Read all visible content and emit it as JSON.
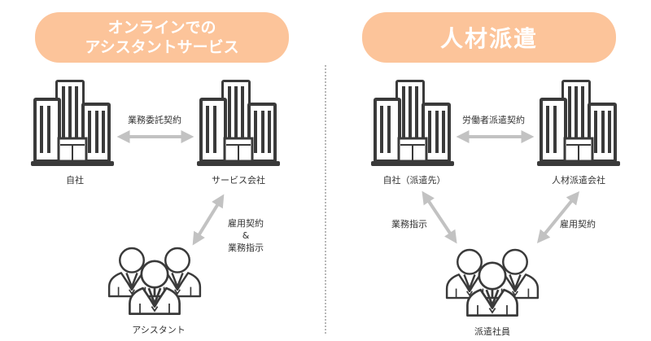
{
  "colors": {
    "pill_bg": "#FCC49A",
    "icon_stroke": "#3A3A3A",
    "building_window": "#FFFFFF",
    "arrow": "#C2C2C2",
    "divider": "#B8B8B8",
    "text": "#333333"
  },
  "left": {
    "title_line1": "オンラインでの",
    "title_line2": "アシスタントサービス",
    "company": "自社",
    "provider": "サービス会社",
    "worker": "アシスタント",
    "contract_label": "業務委託契約",
    "employment_line1": "雇用契約",
    "employment_line2": "&",
    "employment_line3": "業務指示"
  },
  "right": {
    "title": "人材派遣",
    "company": "自社（派遣先）",
    "provider": "人材派遣会社",
    "worker": "派遣社員",
    "contract_label": "労働者派遣契約",
    "instruction_label": "業務指示",
    "employment_label": "雇用契約"
  },
  "icons": [
    "building-icon",
    "building-icon",
    "people-icon",
    "building-icon",
    "building-icon",
    "people-icon"
  ]
}
